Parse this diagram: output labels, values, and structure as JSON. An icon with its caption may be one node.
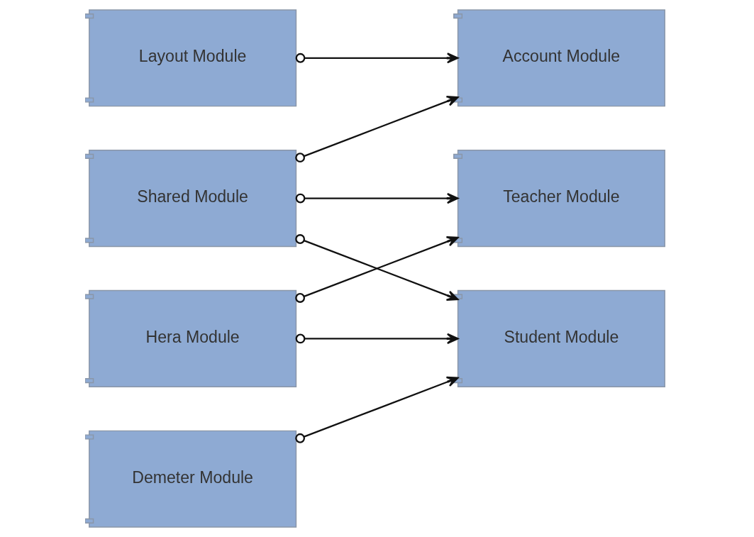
{
  "diagram": {
    "nodes": [
      {
        "text": [
          "Layout Module"
        ]
      },
      {
        "text": [
          "Account Module"
        ]
      },
      {
        "text": [
          "Teacher Module"
        ]
      },
      {
        "text": [
          "Shared Module"
        ]
      },
      {
        "text": [
          "Hera Module"
        ]
      },
      {
        "text": [
          "Demeter Module"
        ]
      },
      {
        "text": [
          "Student Module"
        ]
      }
    ],
    "edges": [
      {
        "from": 0,
        "to": 1,
        "arrow": "to"
      },
      {
        "from": 3,
        "to": 1,
        "arrow": "to"
      },
      {
        "from": 3,
        "to": 2,
        "arrow": "to"
      },
      {
        "from": 4,
        "to": 2,
        "arrow": "to"
      },
      {
        "from": 3,
        "to": 6,
        "arrow": "to"
      },
      {
        "from": 4,
        "to": 6,
        "arrow": "to"
      },
      {
        "from": 5,
        "to": 6,
        "arrow": "to"
      }
    ]
  }
}
